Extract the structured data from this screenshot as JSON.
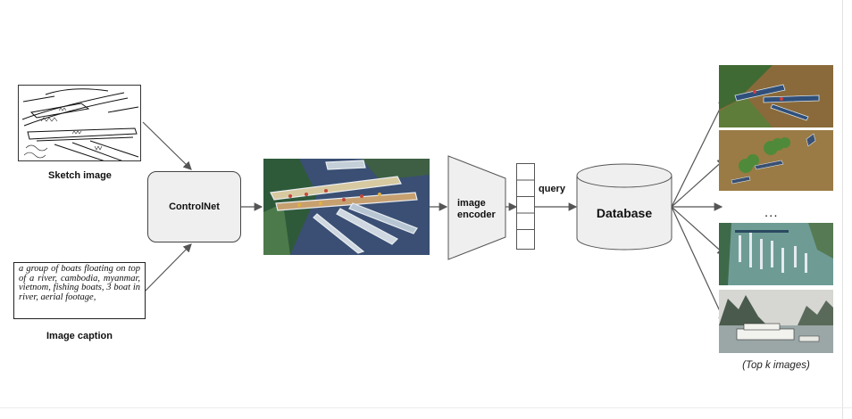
{
  "inputs": {
    "sketch_label": "Sketch image",
    "caption_label": "Image caption",
    "caption_text": "a group of boats floating on top of a river, cambodia, myanmar, vietnom, fishing boats, 3 boat in river, aerial footage,"
  },
  "pipeline": {
    "controlnet": "ControlNet",
    "encoder_line1": "image",
    "encoder_line2": "encoder",
    "query_label": "query",
    "database": "Database"
  },
  "results": {
    "ellipsis": "...",
    "label": "(Top k images)"
  },
  "colors": {
    "arrow": "#555555",
    "box_fill": "#efefef",
    "water_dark": "#3a4f73",
    "muddy_water": "#8a6a3a",
    "sea_green": "#6e9c95"
  }
}
